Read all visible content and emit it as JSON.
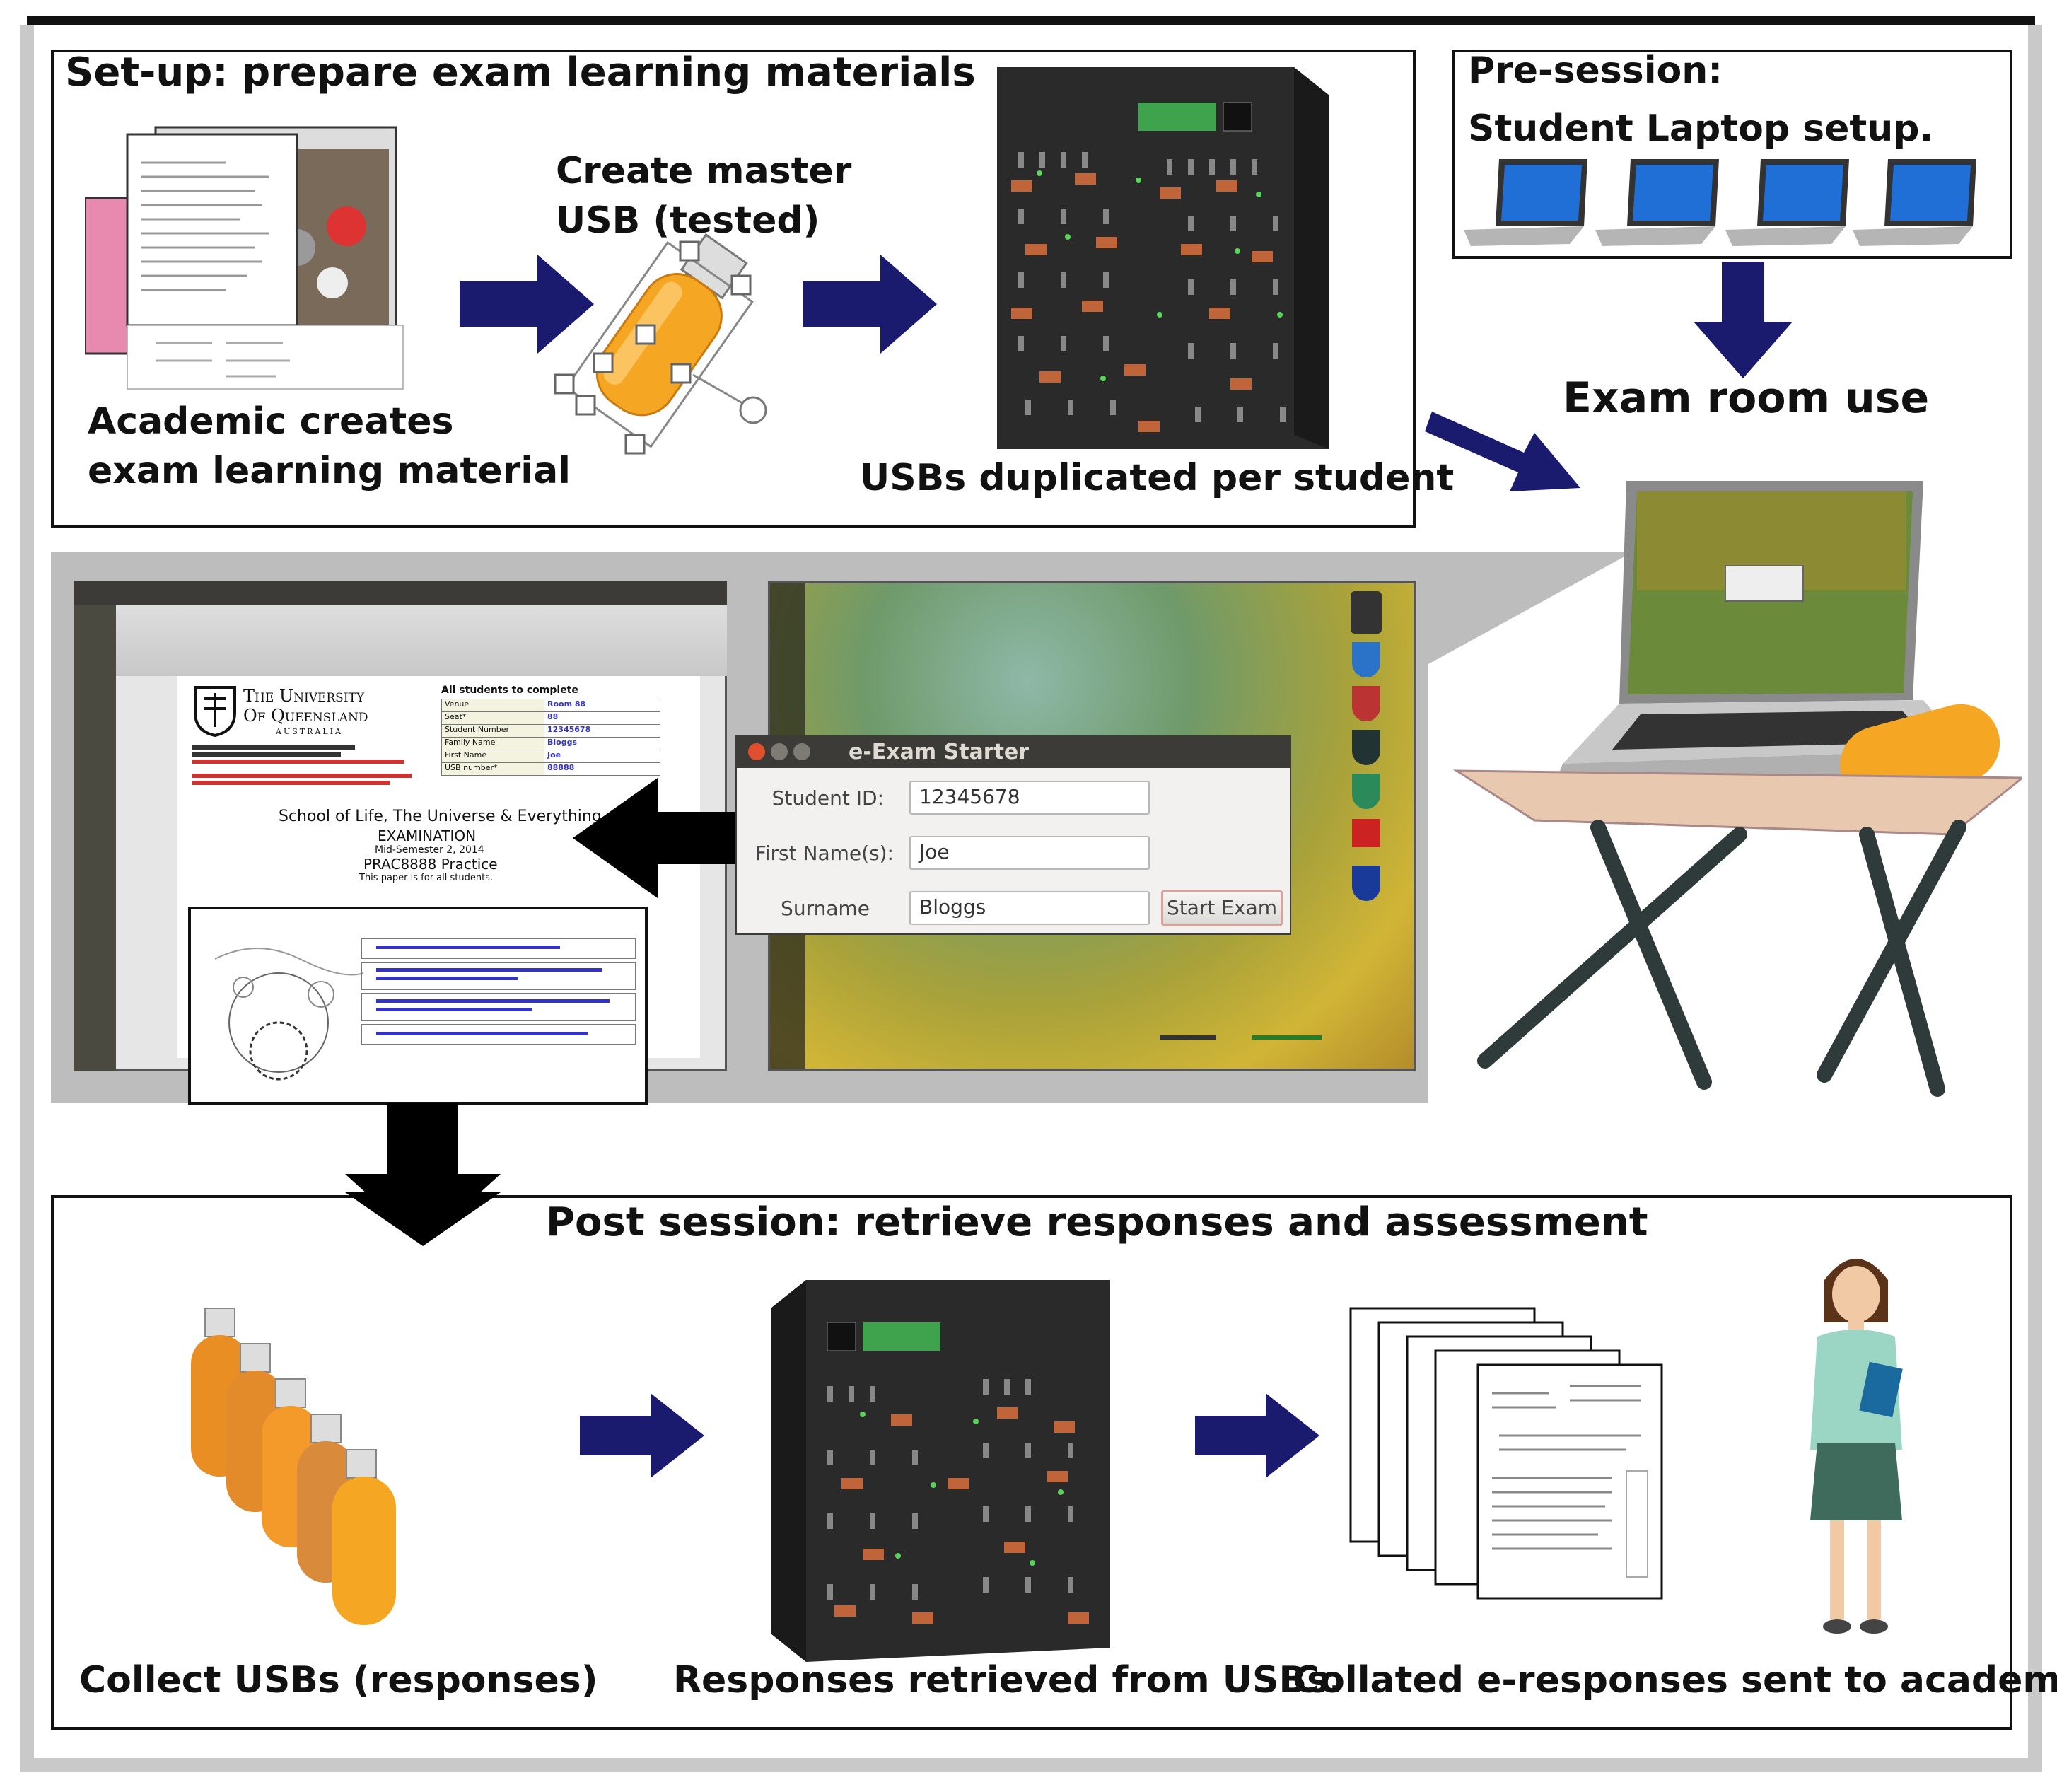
{
  "setup": {
    "title": "Set-up: prepare exam learning materials",
    "academic_line1": "Academic creates",
    "academic_line2": "exam learning material",
    "master_line1": "Create master",
    "master_line2": "USB (tested)",
    "duplicated": "USBs duplicated per student"
  },
  "presession": {
    "title": "Pre-session:",
    "subtitle": "Student Laptop setup."
  },
  "exam_room": {
    "title": "Exam room use"
  },
  "exam_doc": {
    "uni_line1": "The University",
    "uni_line2": "Of Queensland",
    "uni_line3": "AUSTRALIA",
    "table_title": "All students to complete",
    "rows": [
      {
        "label": "Venue",
        "value": "Room 88"
      },
      {
        "label": "Seat*",
        "value": "88"
      },
      {
        "label": "Student Number",
        "value": "12345678"
      },
      {
        "label": "Family Name",
        "value": "Bloggs"
      },
      {
        "label": "First Name",
        "value": "Joe"
      },
      {
        "label": "USB number*",
        "value": "88888"
      }
    ],
    "school": "School of Life, The Universe & Everything",
    "exam": "EXAMINATION",
    "semester": "Mid-Semester 2, 2014",
    "paper": "PRAC8888 Practice",
    "note": "This paper is for all students."
  },
  "starter": {
    "title": "e-Exam Starter",
    "student_id_label": "Student ID:",
    "student_id_value": "12345678",
    "first_name_label": "First Name(s):",
    "first_name_value": "Joe",
    "surname_label": "Surname",
    "surname_value": "Bloggs",
    "start_button": "Start Exam"
  },
  "post": {
    "title": "Post session: retrieve responses and assessment",
    "collect": "Collect USBs (responses)",
    "retrieved": "Responses retrieved from USBs.",
    "collated": "Collated e-responses sent to academic."
  },
  "colors": {
    "arrow_navy": "#1a1a6e",
    "arrow_black": "#000000",
    "usb_orange": "#f5a623",
    "duplicator": "#2a2a2a",
    "grey_band": "#bdbdbd"
  }
}
